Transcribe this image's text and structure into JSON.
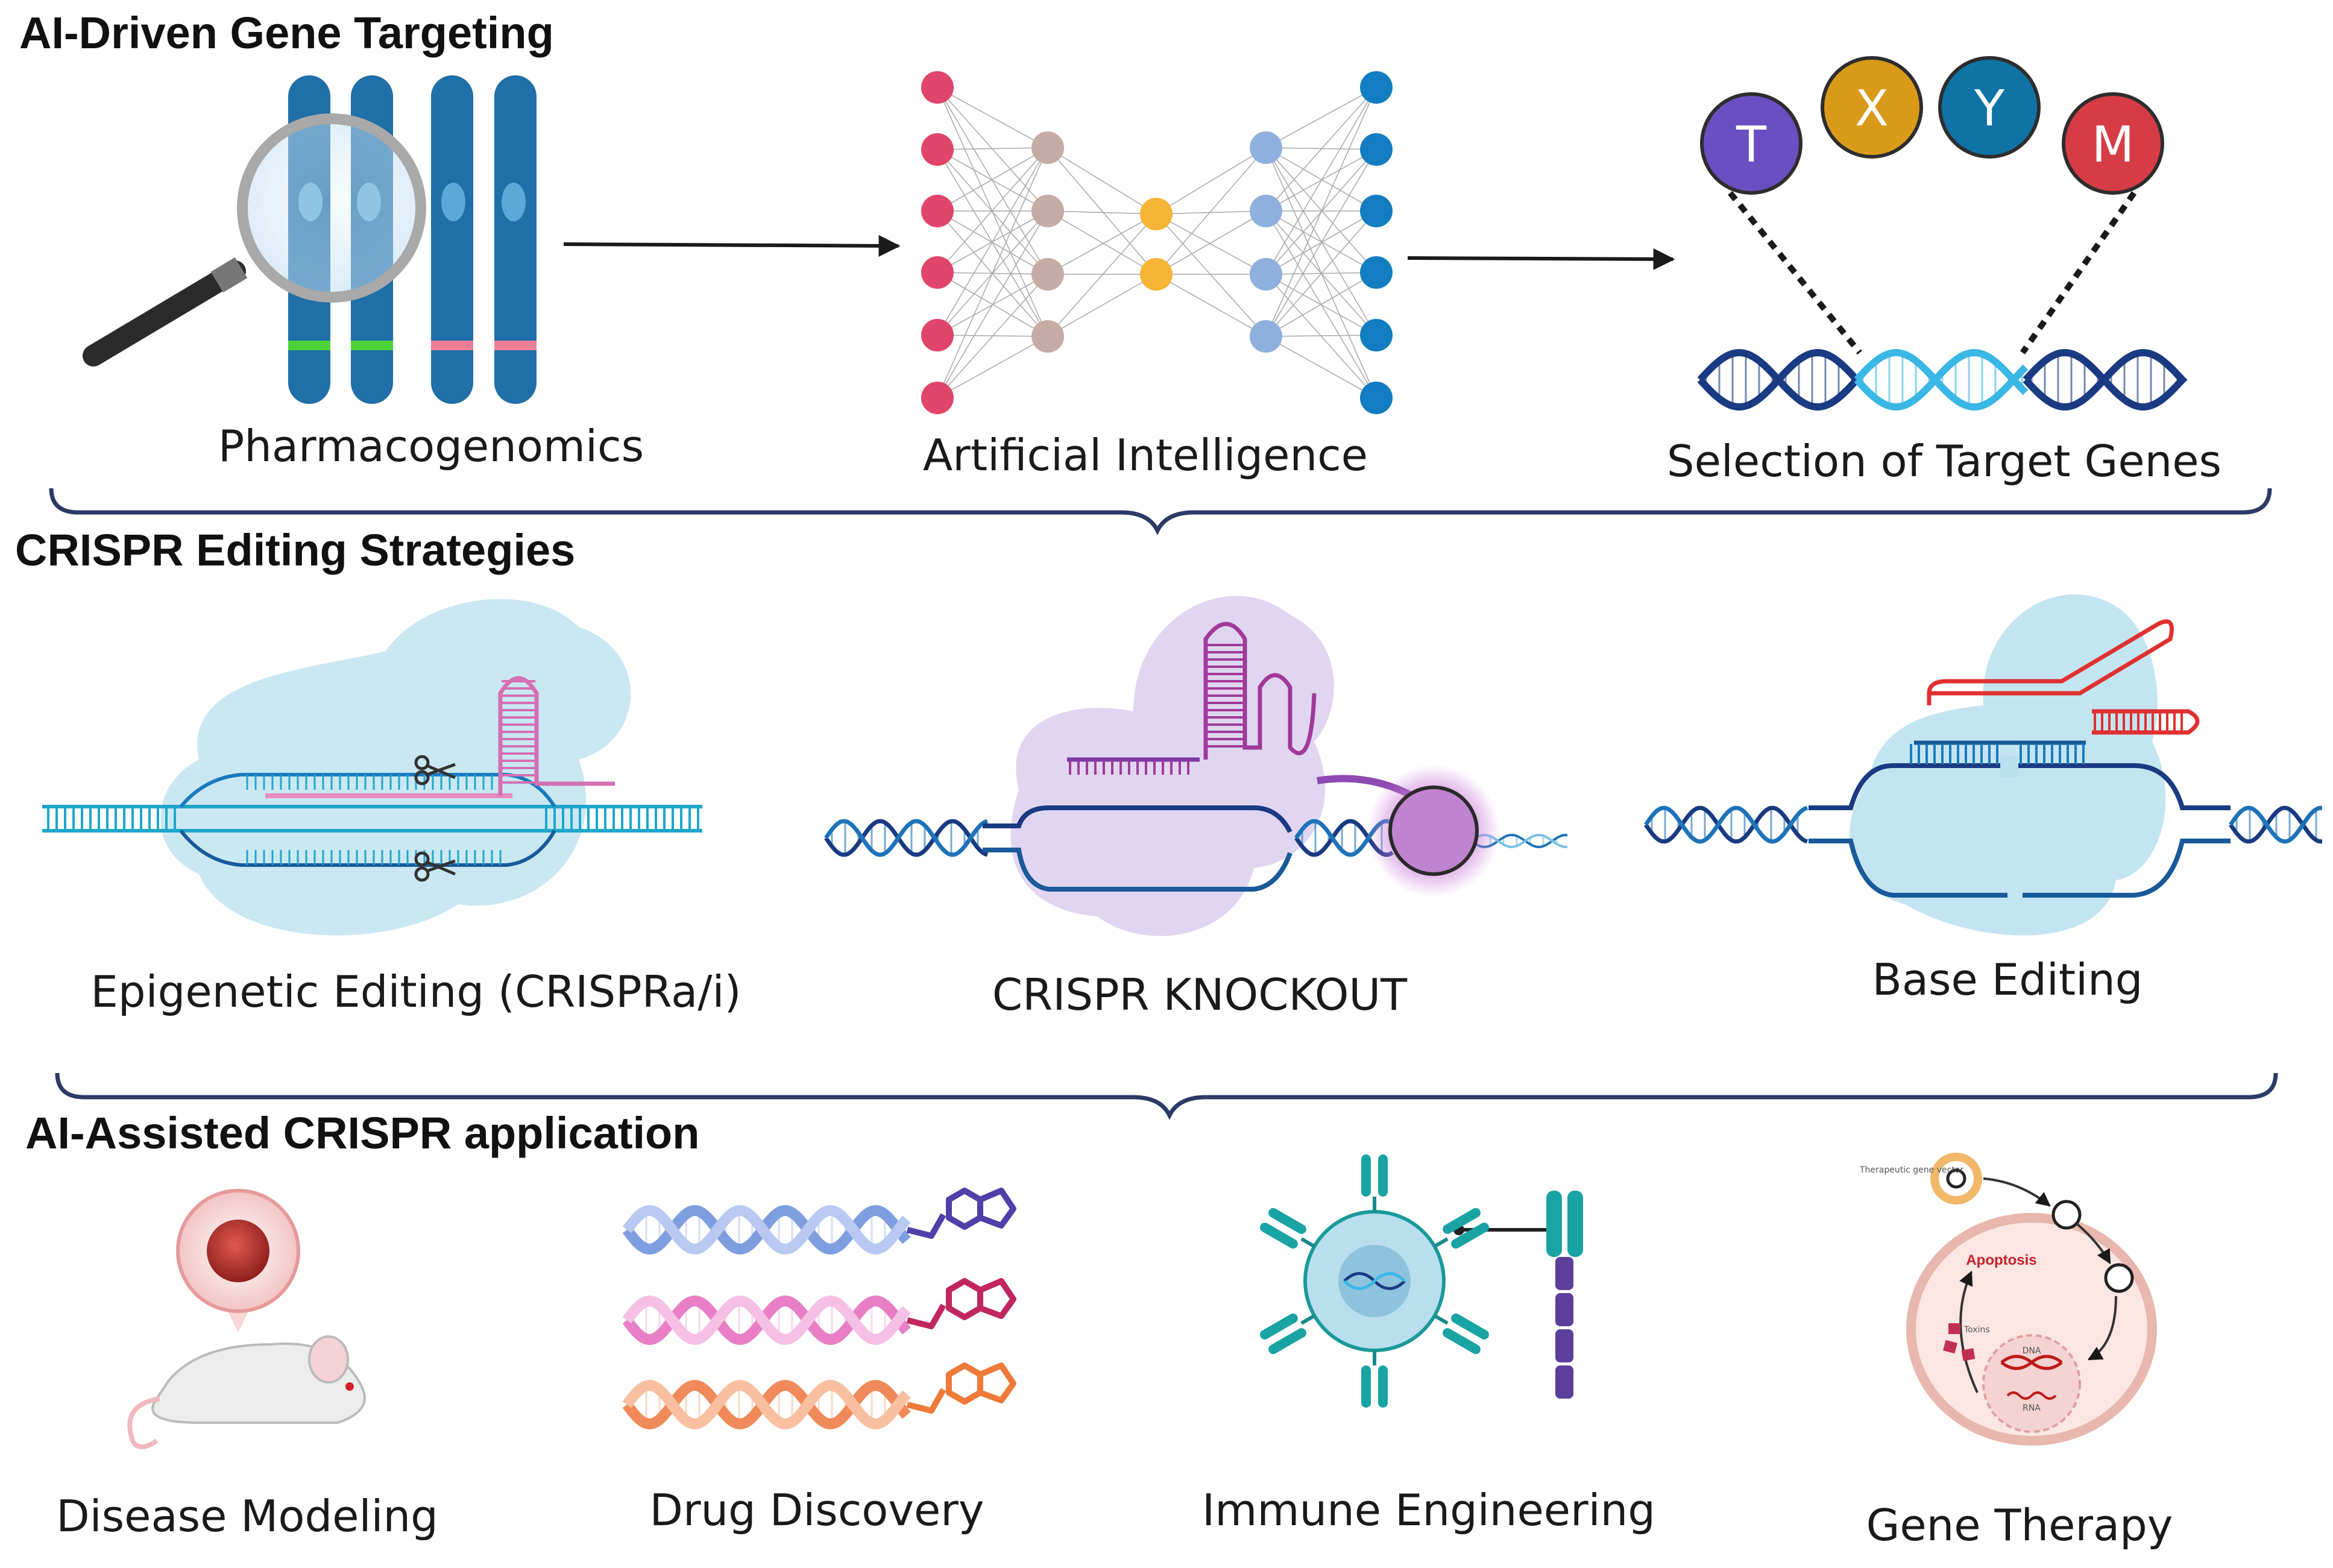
{
  "sections": {
    "ai_targeting": {
      "title": "AI-Driven Gene Targeting"
    },
    "crispr_strategies": {
      "title": "CRISPR Editing Strategies"
    },
    "applications": {
      "title": "AI-Assisted CRISPR application"
    }
  },
  "panels": {
    "pharmacogenomics": "Pharmacogenomics",
    "artificial_intelligence": "Artificial Intelligence",
    "target_selection": "Selection of Target Genes",
    "epigenetic_editing": "Epigenetic Editing (CRISPRa/i)",
    "crispr_knockout": "CRISPR KNOCKOUT",
    "base_editing": "Base Editing",
    "disease_modeling": "Disease Modeling",
    "drug_discovery": "Drug Discovery",
    "immune_engineering": "Immune Engineering",
    "gene_therapy": "Gene Therapy"
  },
  "gene_bubbles": [
    {
      "letter": "T",
      "color": "#6a4fc2"
    },
    {
      "letter": "X",
      "color": "#d99a1a"
    },
    {
      "letter": "Y",
      "color": "#0f73a6"
    },
    {
      "letter": "M",
      "color": "#d63c45"
    }
  ],
  "gene_therapy_labels": {
    "vector": "Therapeutic gene vector",
    "apoptosis": "Apoptosis",
    "toxins": "Toxins",
    "dna": "DNA",
    "rna": "RNA"
  },
  "colors": {
    "chromosome": "#1f6fa8",
    "bracket": "#2c3a66",
    "nn_input": "#e0466b",
    "nn_hidden1": "#c7aca6",
    "nn_center": "#f5b434",
    "nn_hidden2": "#8fb0dc",
    "nn_output": "#127dc0",
    "dna_dark": "#1a3a82",
    "dna_light": "#3bb7e6"
  }
}
